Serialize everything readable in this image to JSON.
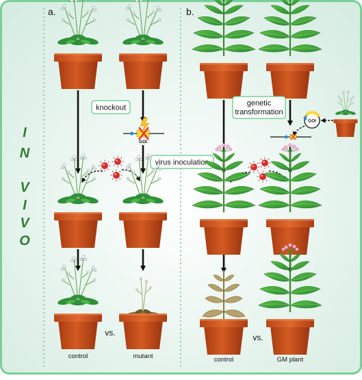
{
  "side_label": [
    "I",
    "N",
    "V",
    "I",
    "V",
    "O"
  ],
  "panel_a": {
    "label": "a.",
    "knockout": "knockout",
    "goi": "GOI",
    "virus_inoculation": "virus inoculation",
    "control": "control",
    "vs": "vs.",
    "mutant": "mutant"
  },
  "panel_b": {
    "label": "b.",
    "genetic": "genetic",
    "transformation": "transformation",
    "goi": "GOI",
    "control": "control",
    "vs": "vs.",
    "gm_plant": "GM plant"
  },
  "colors": {
    "background": "#e3f2ec",
    "border": "#79cf95",
    "pot": "#c8501e",
    "leaf": "#3aa34a",
    "virus": "#d32f2f"
  }
}
